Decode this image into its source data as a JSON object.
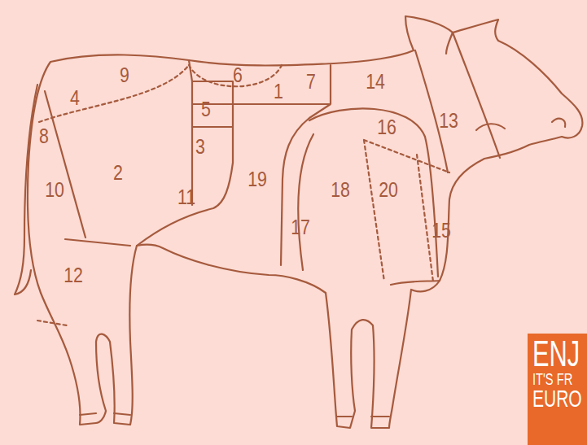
{
  "diagram": {
    "nodes": [
      {
        "text": [
          "ENJ",
          "IT'S FR",
          "EURO"
        ]
      }
    ],
    "labels": [
      "9",
      "6",
      "1",
      "7",
      "14",
      "4",
      "5",
      "16",
      "13",
      "8",
      "3",
      "2",
      "19",
      "18",
      "20",
      "10",
      "11",
      "15",
      "17",
      "12"
    ]
  }
}
